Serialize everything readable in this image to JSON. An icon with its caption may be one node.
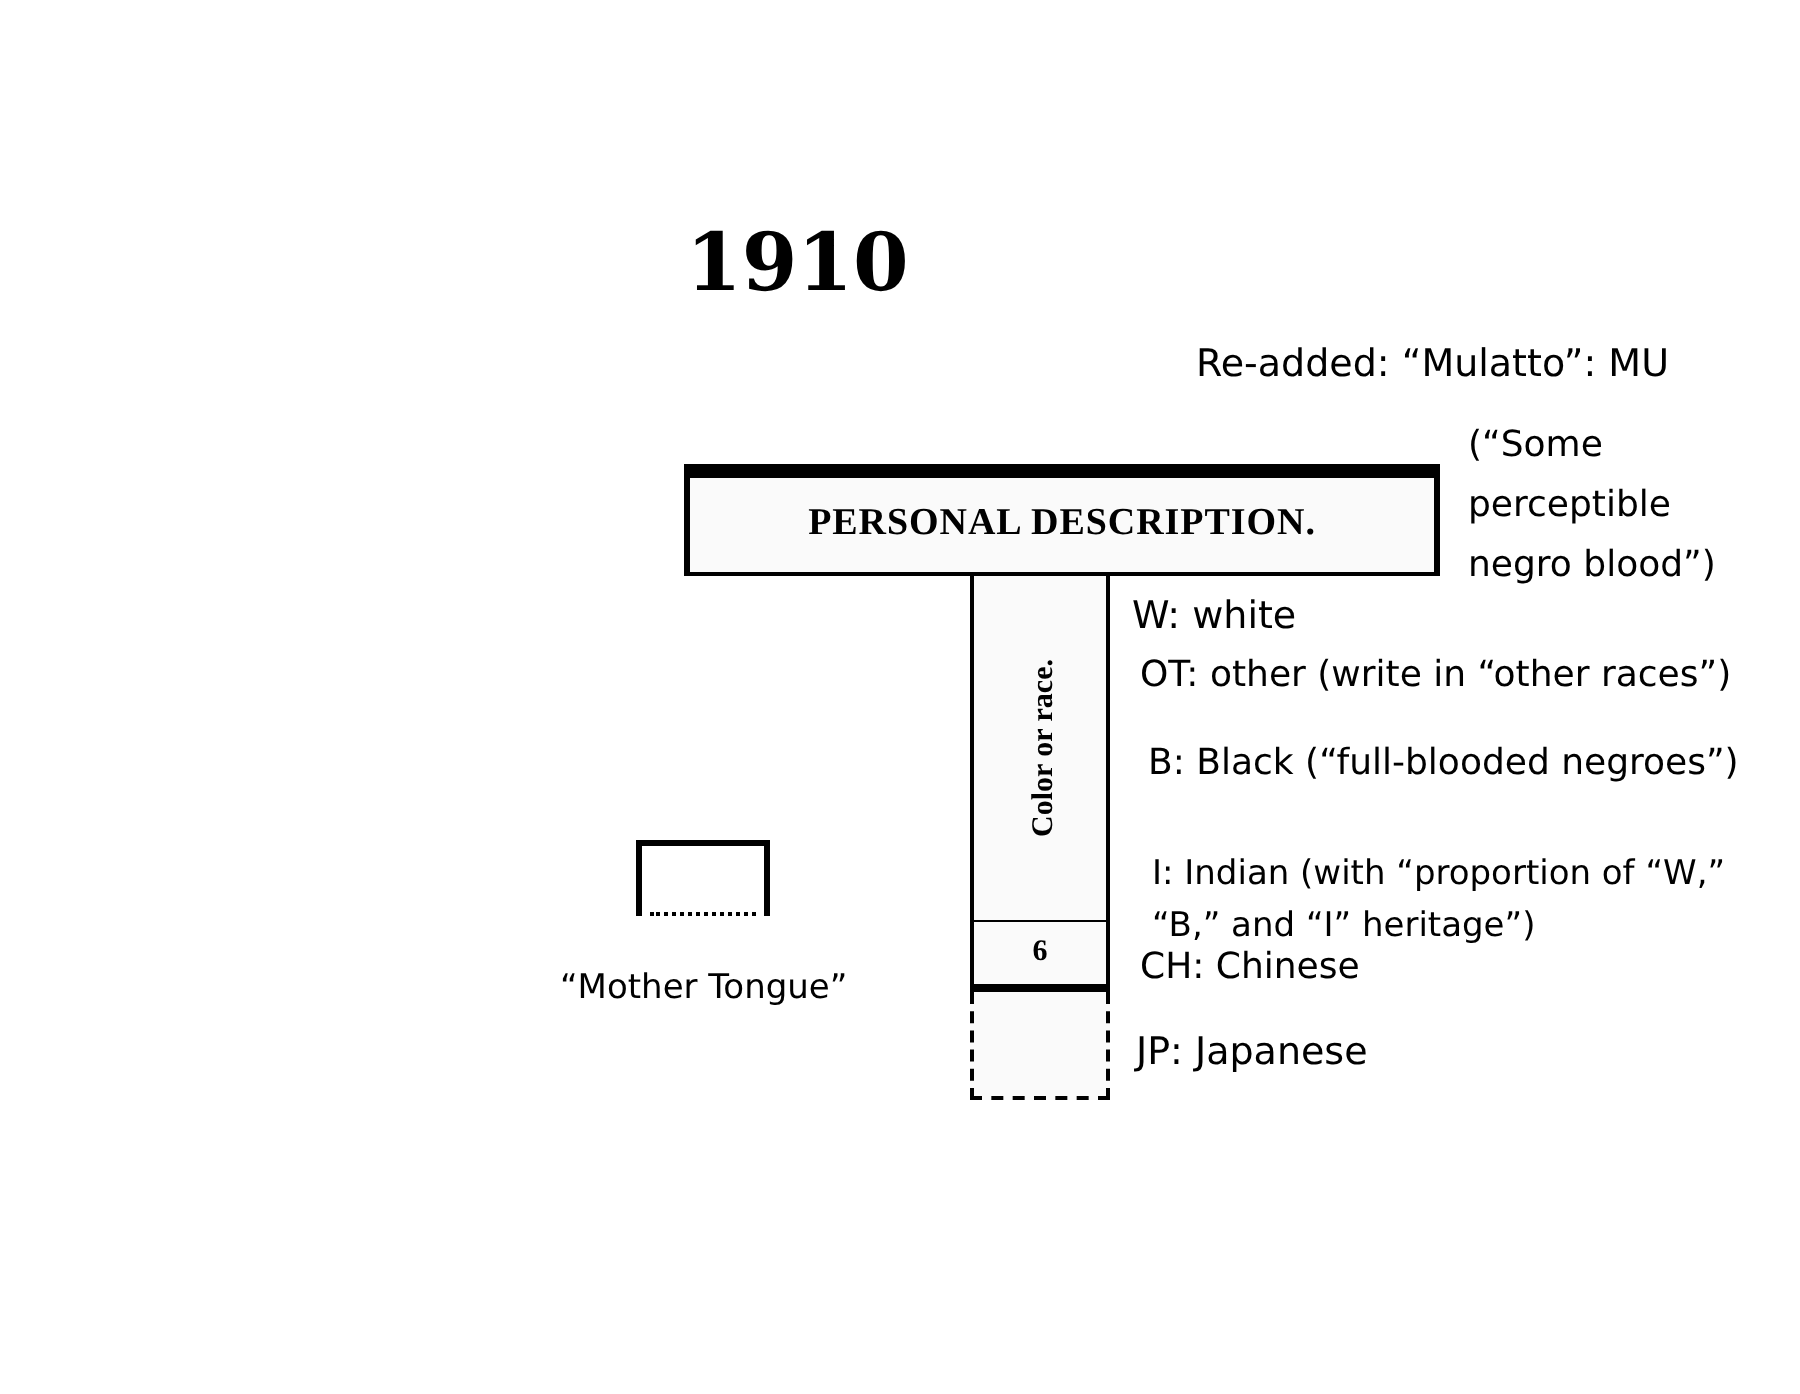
{
  "diagram": {
    "title": "1910",
    "nodes": [
      {
        "text": [
          "PERSONAL DESCRIPTION."
        ]
      },
      {
        "text": [
          "Color or race."
        ]
      },
      {
        "text": [
          "6"
        ]
      },
      {
        "text": [],
        "shape": "box"
      },
      {
        "text": [],
        "shape": "box",
        "beside": [
          "“Mother Tongue”"
        ]
      }
    ],
    "labels": [
      "Re-added: “Mulatto”: MU",
      "(“Some perceptible negro blood”)",
      "W: white",
      "OT: other (write in “other races”)",
      "B: Black (“full-blooded negroes”)",
      "I: Indian (with “proportion of “W,” “B,” and “I” heritage”)",
      "CH: Chinese",
      "JP: Japanese"
    ]
  }
}
